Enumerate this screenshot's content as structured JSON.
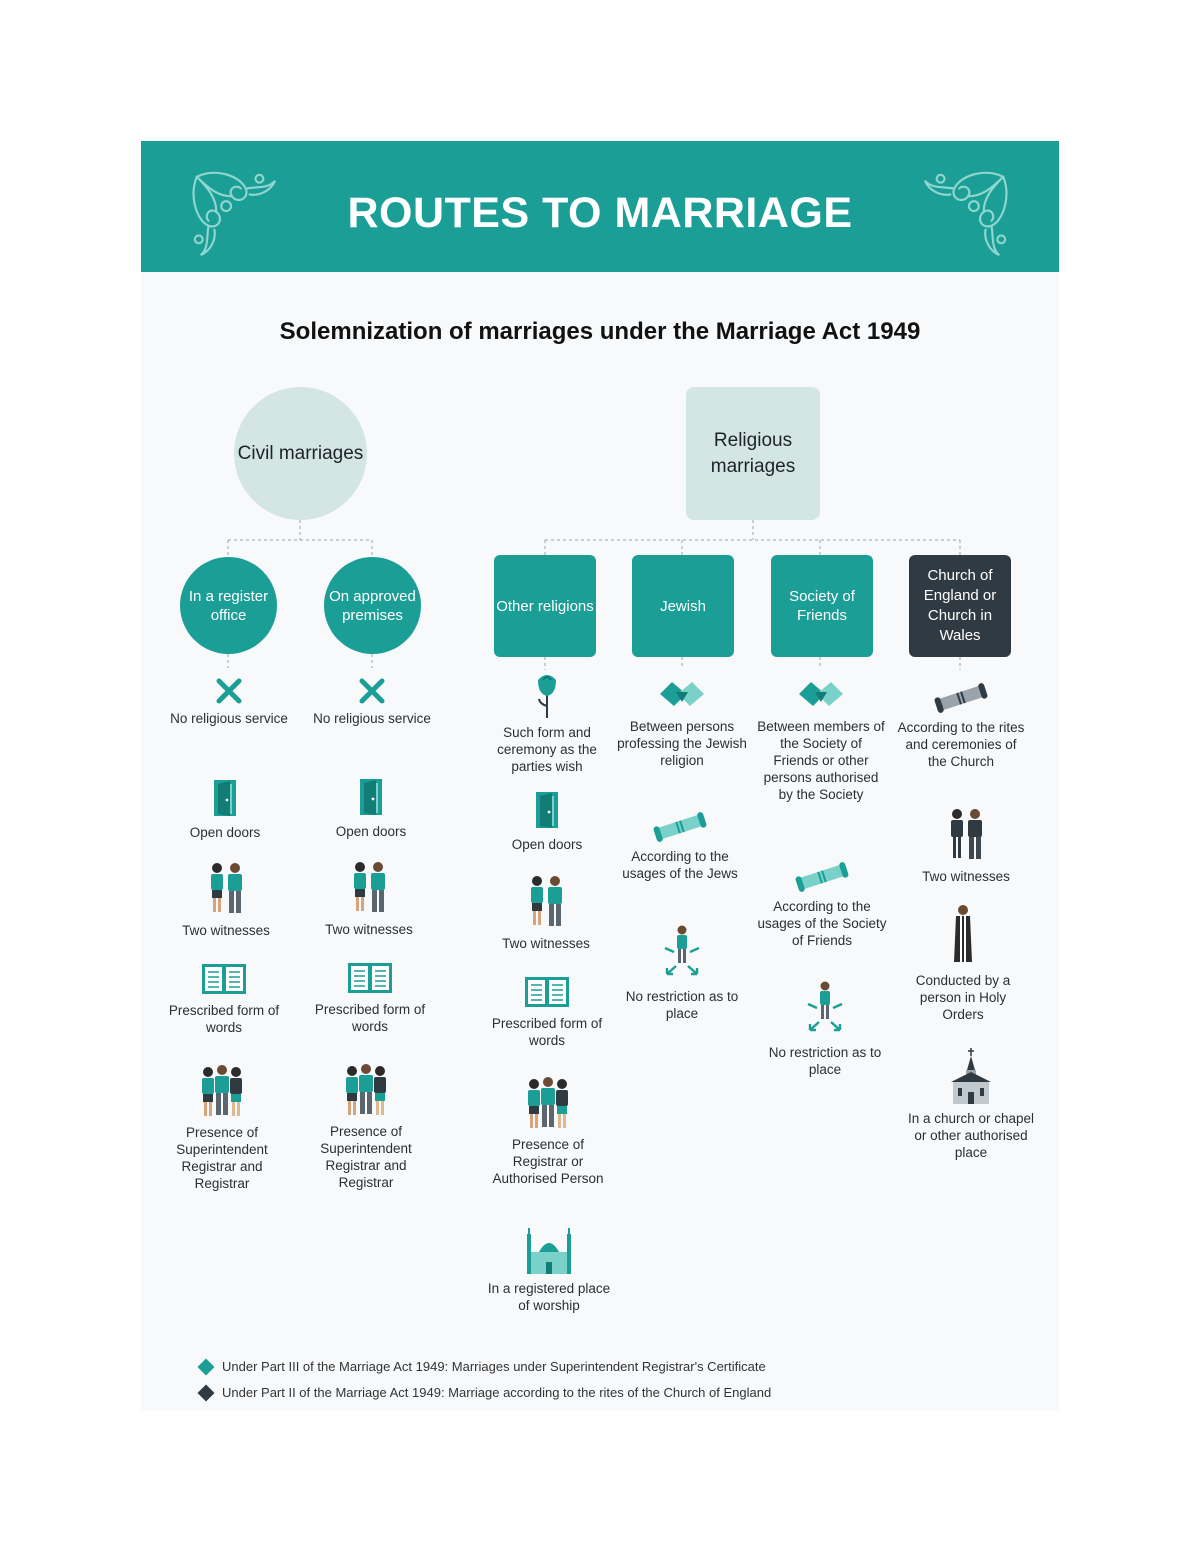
{
  "header": {
    "title": "ROUTES TO MARRIAGE"
  },
  "subtitle": "Solemnization of marriages under the Marriage Act 1949",
  "colors": {
    "teal": "#1a9e96",
    "light_teal": "#d3e6e3",
    "dark": "#2f3a42",
    "background": "#f7f9fb"
  },
  "civil": {
    "label": "Civil marriages",
    "branches": [
      {
        "label": "In a register office",
        "items": [
          "No religious service",
          "Open doors",
          "Two witnesses",
          "Prescribed form of words",
          "Presence of Superintendent Registrar and Registrar"
        ]
      },
      {
        "label": "On approved premises",
        "items": [
          "No religious service",
          "Open doors",
          "Two witnesses",
          "Prescribed form of words",
          "Presence of Superintendent Registrar and Registrar"
        ]
      }
    ]
  },
  "religious": {
    "label": "Religious marriages",
    "branches": [
      {
        "label": "Other religions",
        "items": [
          "Such form and ceremony as the parties wish",
          "Open doors",
          "Two witnesses",
          "Prescribed form of words",
          "Presence of Registrar or Authorised Person",
          "In a registered place of worship"
        ]
      },
      {
        "label": "Jewish",
        "items": [
          "Between persons professing the Jewish religion",
          "According to the usages of the Jews",
          "No restriction as to place"
        ]
      },
      {
        "label": "Society of Friends",
        "items": [
          "Between members of the Society of Friends or other persons authorised by the Society",
          "According to the usages of the Society of Friends",
          "No restriction as to place"
        ]
      },
      {
        "label": "Church of England or Church in Wales",
        "items": [
          "According to the rites and ceremonies of the Church",
          "Two witnesses",
          "Conducted by a person in Holy Orders",
          "In a church or chapel or other authorised place"
        ]
      }
    ]
  },
  "legend": [
    {
      "text": "Under Part III of the Marriage Act 1949: Marriages under Superintendent Registrar's Certificate",
      "color": "#1a9e96"
    },
    {
      "text": "Under Part II of the Marriage Act 1949: Marriage according to the rites of the Church of England",
      "color": "#2f3a42"
    }
  ]
}
